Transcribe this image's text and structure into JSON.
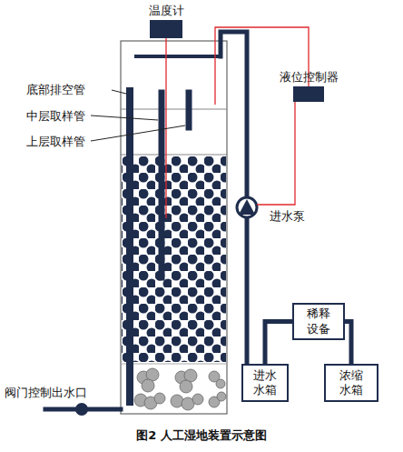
{
  "diagram": {
    "caption": "图2 人工湿地装置示意图",
    "nodes": [
      {
        "text": [
          "温度计"
        ]
      },
      {
        "text": [
          "液位控制器"
        ]
      },
      {
        "text": [
          "稀释设备"
        ]
      },
      {
        "text": [
          "进水水箱"
        ]
      },
      {
        "text": [
          "浓缩水箱"
        ]
      }
    ],
    "edges": [
      {
        "from": 3,
        "to": 2,
        "arrow": "none"
      },
      {
        "from": 4,
        "to": 2,
        "arrow": "none"
      }
    ],
    "labels": [
      "底部排空管",
      "中层取样管",
      "上层取样管",
      "进水泵",
      "阀门控制出水口"
    ]
  }
}
